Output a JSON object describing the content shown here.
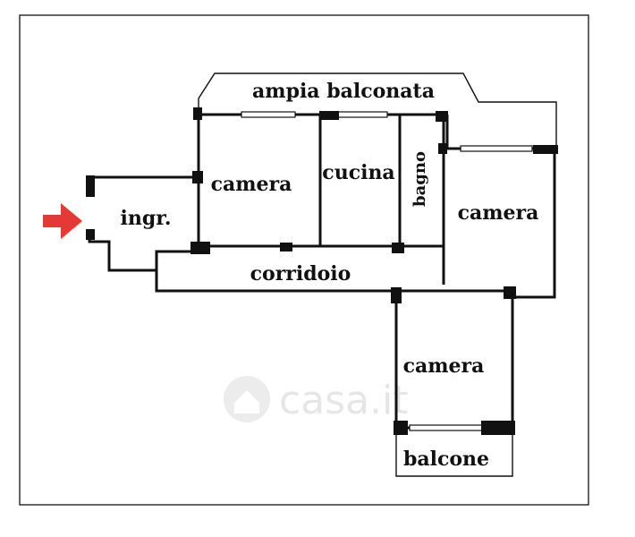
{
  "rooms": {
    "balcony_top": "ampia balconata",
    "bedroom_1": "camera",
    "kitchen": "cucina",
    "bathroom": "bagno",
    "bedroom_2": "camera",
    "entrance": "ingr.",
    "corridor": "corridoio",
    "bedroom_3": "camera",
    "balcony_bottom": "balcone"
  },
  "watermark": "casa.it",
  "colors": {
    "entrance_arrow": "#e53935",
    "walls": "#111111",
    "watermark": "#e6e6e6"
  },
  "icons": {
    "entrance": "right-arrow-icon",
    "watermark_logo": "house-logo-icon"
  }
}
